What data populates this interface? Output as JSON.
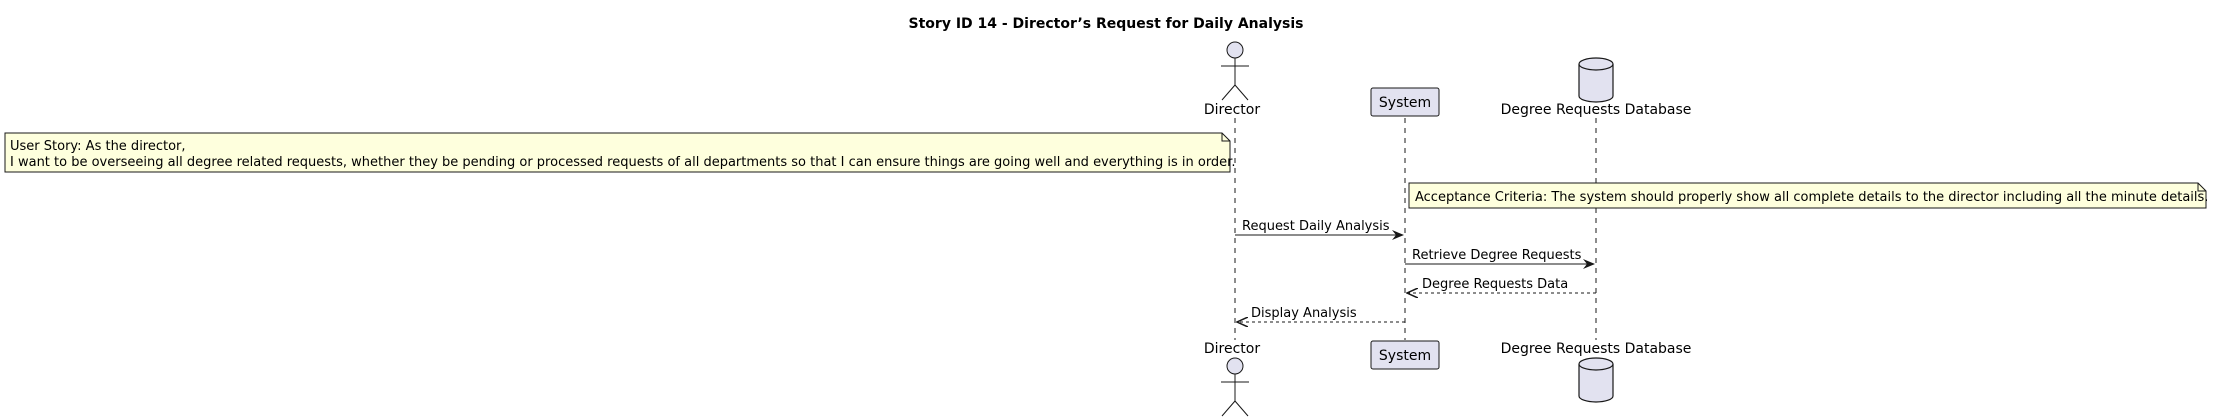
{
  "diagram": {
    "title": "Story ID 14 - Director’s Request for Daily Analysis",
    "participants": {
      "director": "Director",
      "system": "System",
      "database": "Degree Requests Database"
    },
    "notes": {
      "user_story_line1": "User Story: As the director,",
      "user_story_line2": "I want to be overseeing all degree related requests, whether they be pending or processed requests of all departments so that I can ensure things are going well and everything is in order.",
      "acceptance_criteria": "Acceptance Criteria: The system should properly show all complete details to the director including all the minute details."
    },
    "messages": {
      "m1": "Request Daily Analysis",
      "m2": "Retrieve Degree Requests",
      "m3": "Degree Requests Data",
      "m4": "Display Analysis"
    },
    "colors": {
      "participant_fill": "#E2E2F0",
      "participant_stroke": "#181818",
      "note_fill": "#FEFFDD",
      "note_stroke": "#181818",
      "lifeline": "#181818"
    }
  }
}
